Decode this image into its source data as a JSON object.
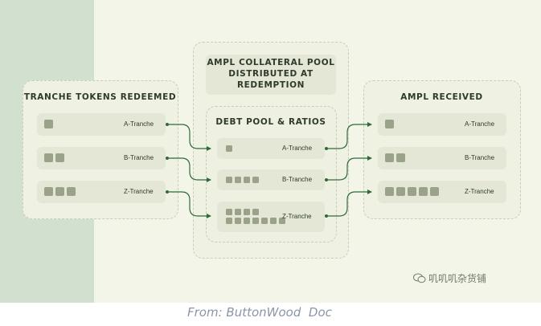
{
  "left_panel": {
    "title": "TRANCHE TOKENS REDEEMED",
    "rows": [
      {
        "label": "A-Tranche",
        "count": 1
      },
      {
        "label": "B-Tranche",
        "count": 2
      },
      {
        "label": "Z-Tranche",
        "count": 3
      }
    ]
  },
  "center_panel": {
    "header": "AMPL COLLATERAL POOL DISTRIBUTED AT REDEMPTION",
    "header_lines": [
      "AMPL COLLATERAL POOL",
      "DISTRIBUTED AT",
      "REDEMPTION"
    ],
    "sub_title": "DEBT POOL & RATIOS",
    "rows": [
      {
        "label": "A-Tranche",
        "count": 1
      },
      {
        "label": "B-Tranche",
        "count": 4
      },
      {
        "label": "Z-Tranche",
        "count": 11
      }
    ]
  },
  "right_panel": {
    "title": "AMPL RECEIVED",
    "rows": [
      {
        "label": "A-Tranche",
        "count": 1
      },
      {
        "label": "B-Tranche",
        "count": 2
      },
      {
        "label": "Z-Tranche",
        "count": 5
      }
    ]
  },
  "watermark": "叽叽叽杂货铺",
  "caption": "From: ButtonWood  Doc",
  "colors": {
    "background": "#f4f5e9",
    "left_band": "#d2e0cf",
    "panel": "#eff1e3",
    "row": "#e4e7d6",
    "token": "#9aa28a",
    "connector": "#2f6b3a"
  }
}
